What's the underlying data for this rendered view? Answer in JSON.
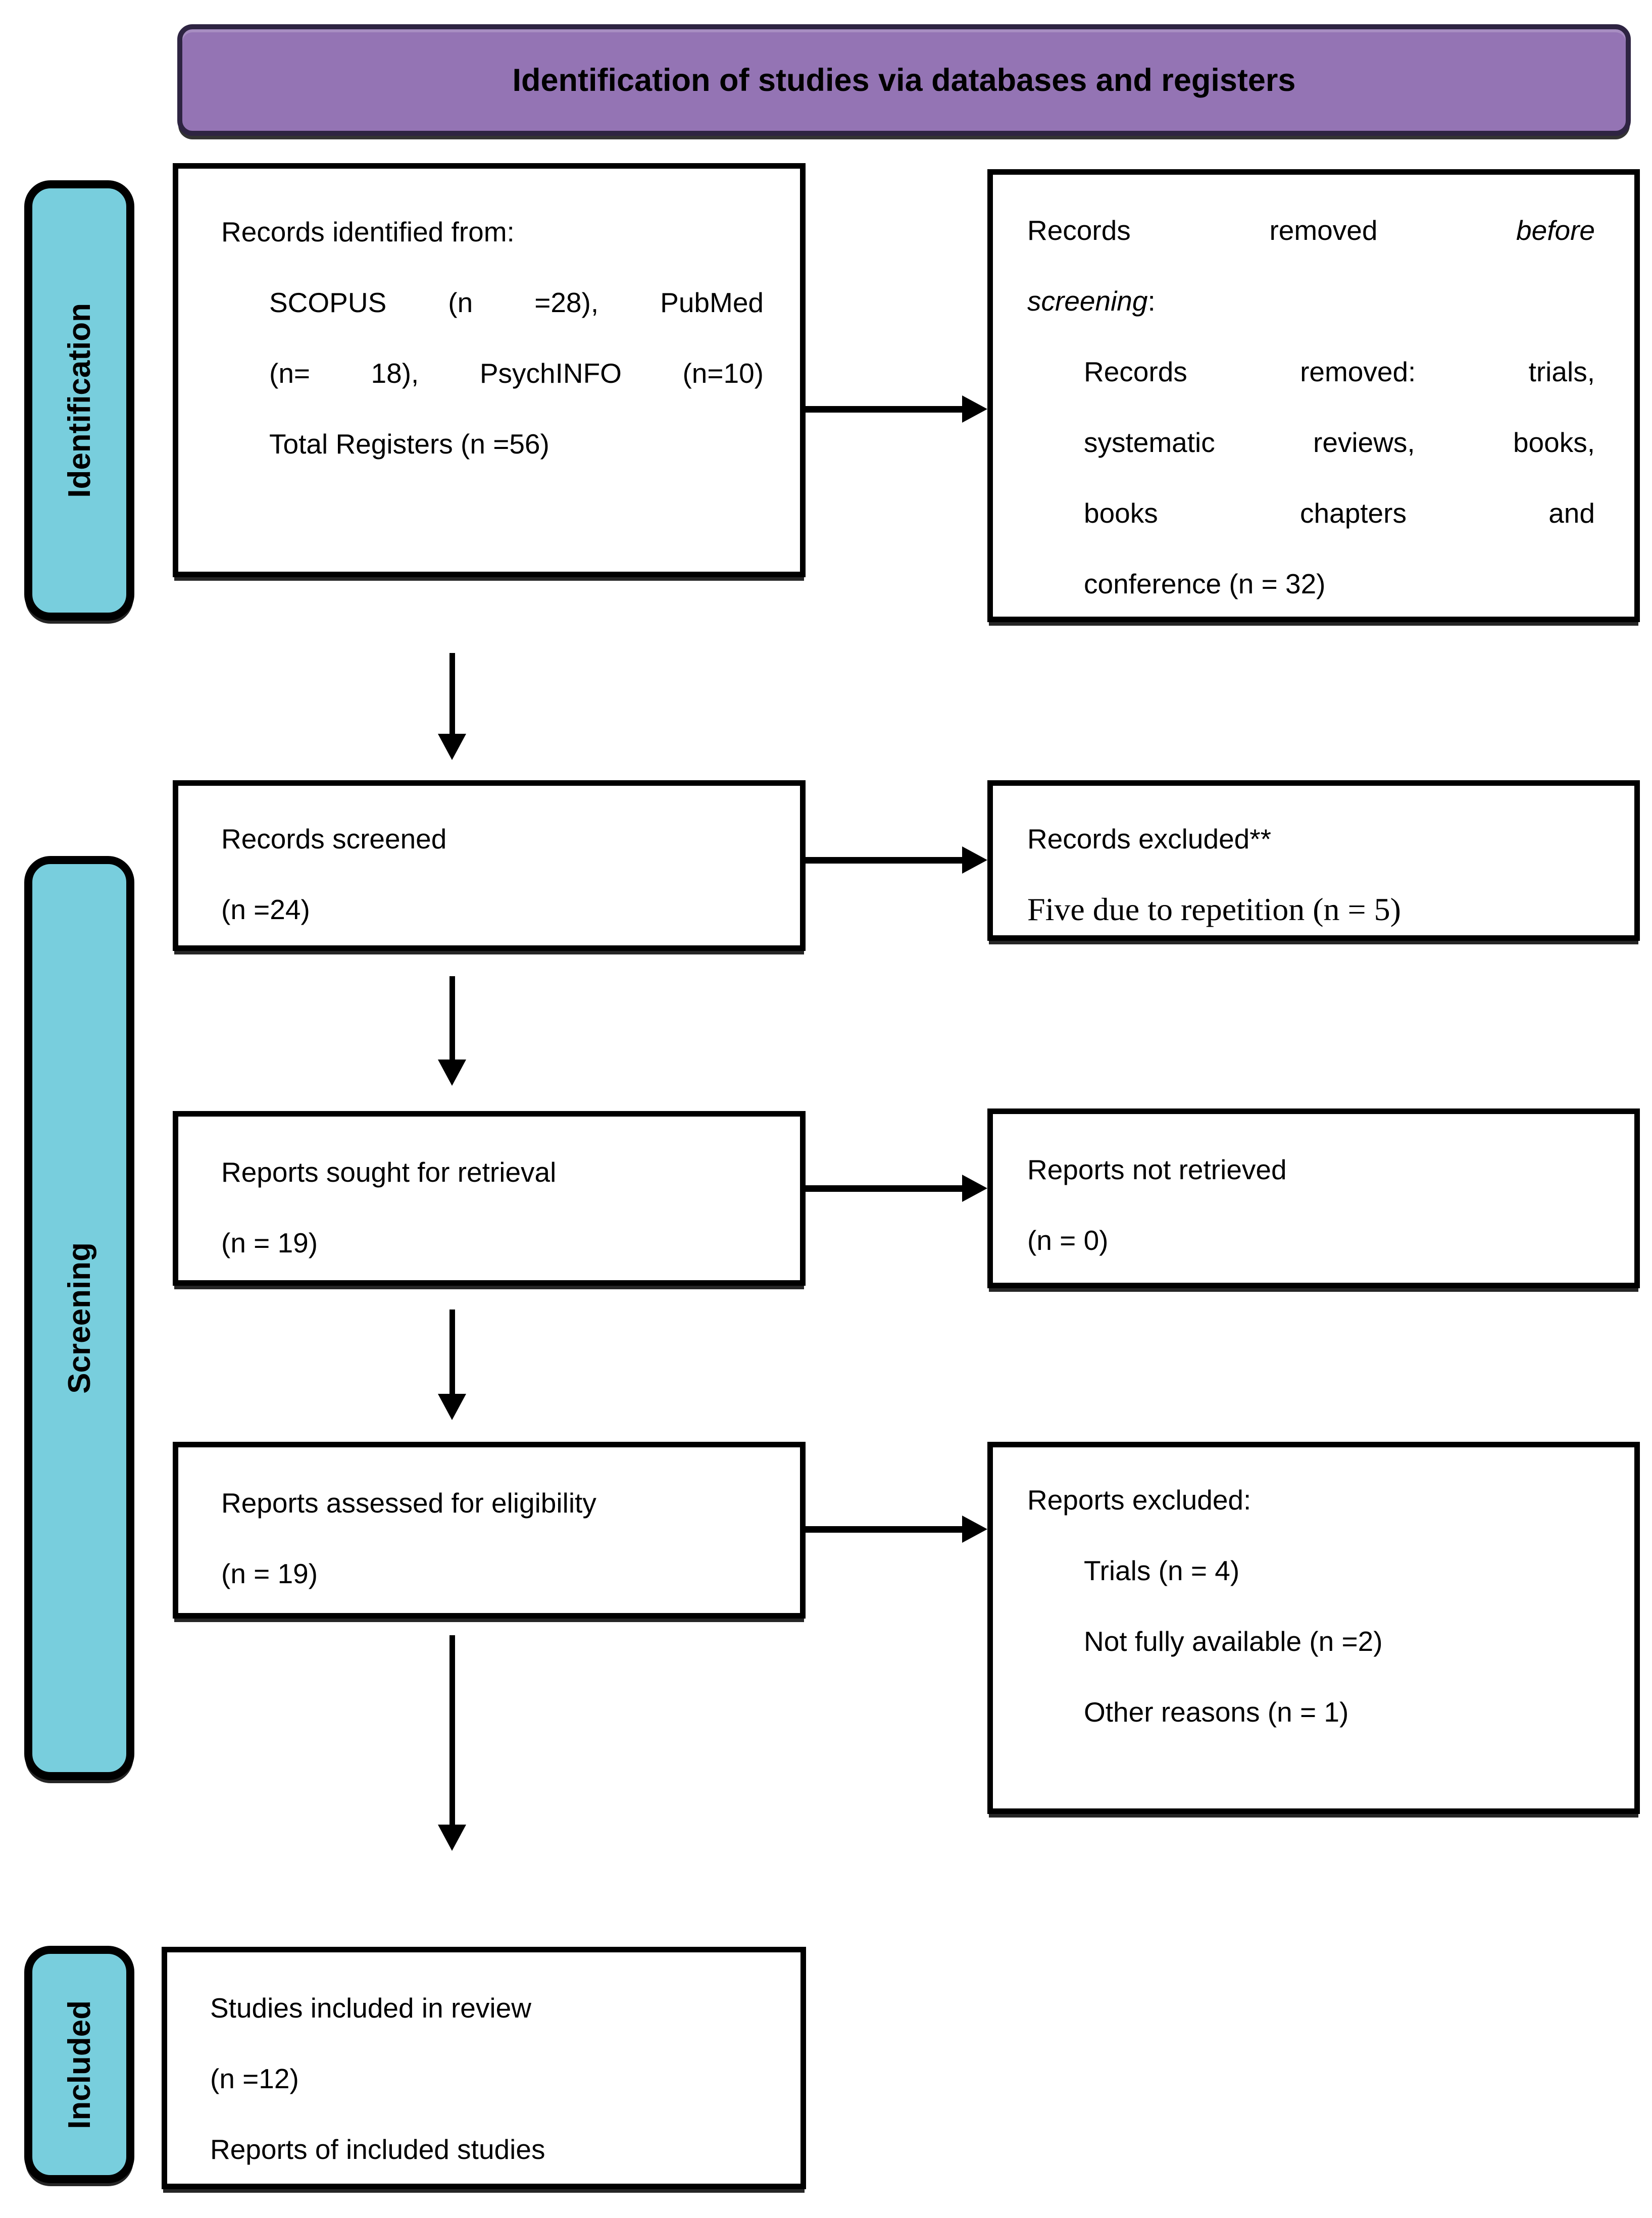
{
  "colors": {
    "header_bg": "#9474b4",
    "header_border": "#2e2442",
    "stage_bg": "#78cedd",
    "box_border": "#000000",
    "canvas_bg": "#ffffff"
  },
  "header": {
    "title": "Identification of studies via databases and registers"
  },
  "stages": {
    "identification": "Identification",
    "screening": "Screening",
    "included": "Included"
  },
  "boxes": {
    "records_identified": {
      "line1": "Records identified from:",
      "line2": [
        "SCOPUS",
        "(n",
        "=28),",
        "PubMed"
      ],
      "line3": [
        "(n=",
        "18),",
        "PsychINFO",
        "(n=10)"
      ],
      "line4": "Total Registers (n =56)"
    },
    "records_removed": {
      "line1": [
        "Records",
        "removed",
        "before"
      ],
      "line2_italic": "screening",
      "line2_colon": ":",
      "line3": [
        "Records",
        "removed:",
        "trials,"
      ],
      "line4": [
        "systematic",
        "reviews,",
        "books,"
      ],
      "line5": [
        "books",
        "chapters",
        "and"
      ],
      "line6": "conference (n = 32)"
    },
    "records_screened": {
      "line1": "Records screened",
      "line2": "(n =24)"
    },
    "records_excluded": {
      "line1": "Records excluded**",
      "line2": "Five due to repetition (n = 5)"
    },
    "reports_sought": {
      "line1": "Reports sought for retrieval",
      "line2": "(n = 19)"
    },
    "reports_not_retrieved": {
      "line1": "Reports not retrieved",
      "line2": "(n = 0)"
    },
    "reports_assessed": {
      "line1": "Reports assessed for eligibility",
      "line2": "(n = 19)"
    },
    "reports_excluded": {
      "line1": "Reports excluded:",
      "line2": "Trials (n = 4)",
      "line3": "Not fully available (n =2)",
      "line4": "Other reasons (n = 1)"
    },
    "studies_included": {
      "line1": "Studies included in review",
      "line2": "(n =12)",
      "line3": "Reports of included studies"
    }
  }
}
